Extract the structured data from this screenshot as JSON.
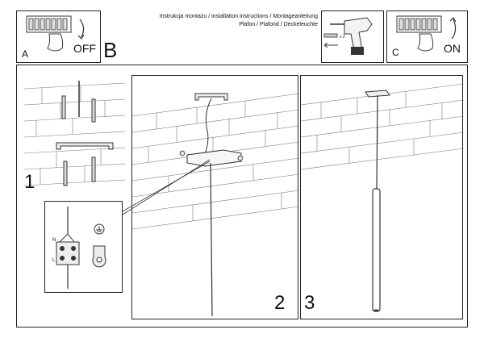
{
  "header": {
    "title_line1": "Instrukcja montażu / installation instructions / Montageanleitung",
    "title_line2": "Plafon / Plafond / Deckeleuchte"
  },
  "panel_a": {
    "label": "A",
    "caption": "OFF"
  },
  "label_b": "B",
  "drill_panel": {
    "multiplier": "x 2"
  },
  "panel_c": {
    "label": "C",
    "caption": "ON"
  },
  "wiring_inset": {
    "live": "L",
    "neutral": "N"
  },
  "steps": [
    {
      "number": "1"
    },
    {
      "number": "2"
    },
    {
      "number": "3"
    }
  ]
}
